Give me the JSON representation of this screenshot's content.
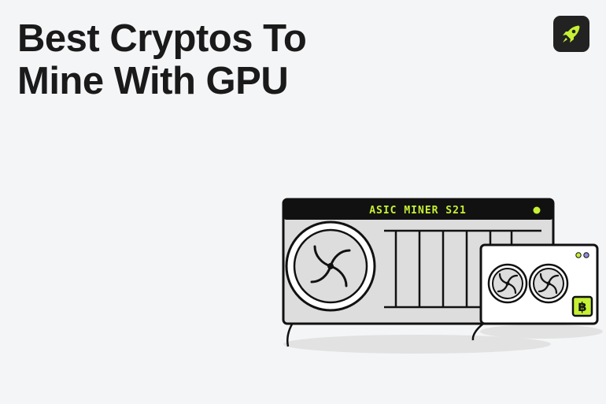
{
  "header": {
    "title_line1": "Best Cryptos To",
    "title_line2": "Mine With GPU"
  },
  "logo": {
    "icon": "rocket-icon"
  },
  "illustration": {
    "miner_label": "ASIC MINER S21",
    "coin_glyph": "฿"
  },
  "colors": {
    "background": "#f4f5f7",
    "accent": "#c6f135",
    "dark": "#111111",
    "panel": "#dddddd"
  }
}
